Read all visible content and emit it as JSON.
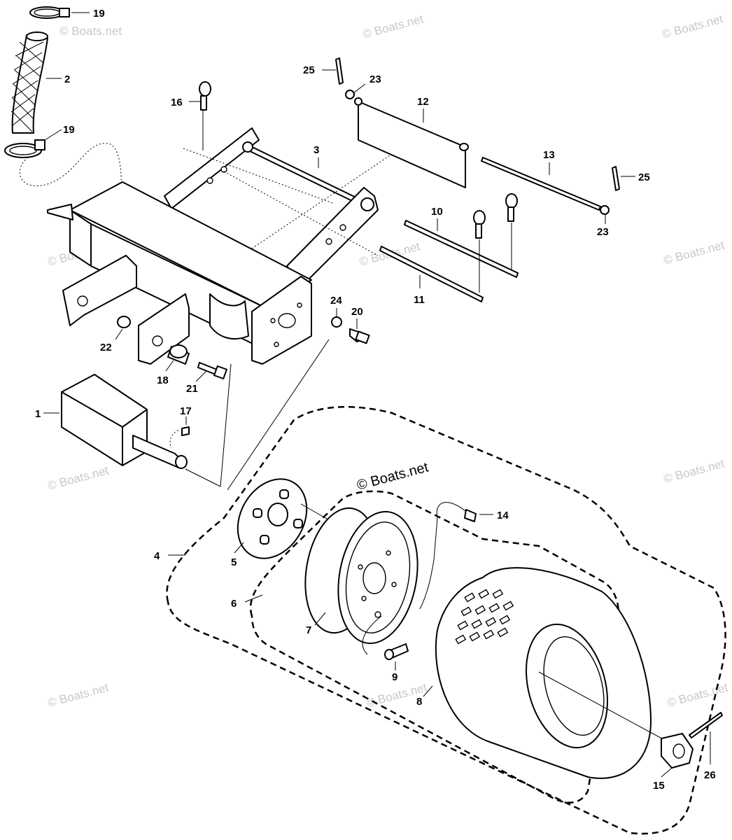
{
  "watermark": {
    "text": "© Boats.net",
    "main_text": "© Boats.net"
  },
  "callouts": [
    {
      "id": "c19a",
      "label": "19"
    },
    {
      "id": "c2",
      "label": "2"
    },
    {
      "id": "c19b",
      "label": "19"
    },
    {
      "id": "c16",
      "label": "16"
    },
    {
      "id": "c3",
      "label": "3"
    },
    {
      "id": "c25a",
      "label": "25"
    },
    {
      "id": "c23a",
      "label": "23"
    },
    {
      "id": "c12",
      "label": "12"
    },
    {
      "id": "c13",
      "label": "13"
    },
    {
      "id": "c25b",
      "label": "25"
    },
    {
      "id": "c23b",
      "label": "23"
    },
    {
      "id": "c10",
      "label": "10"
    },
    {
      "id": "c11",
      "label": "11"
    },
    {
      "id": "c24",
      "label": "24"
    },
    {
      "id": "c20",
      "label": "20"
    },
    {
      "id": "c22",
      "label": "22"
    },
    {
      "id": "c18",
      "label": "18"
    },
    {
      "id": "c21",
      "label": "21"
    },
    {
      "id": "c1",
      "label": "1"
    },
    {
      "id": "c17",
      "label": "17"
    },
    {
      "id": "c14",
      "label": "14"
    },
    {
      "id": "c4",
      "label": "4"
    },
    {
      "id": "c5",
      "label": "5"
    },
    {
      "id": "c6",
      "label": "6"
    },
    {
      "id": "c7",
      "label": "7"
    },
    {
      "id": "c9",
      "label": "9"
    },
    {
      "id": "c8",
      "label": "8"
    },
    {
      "id": "c15",
      "label": "15"
    },
    {
      "id": "c26",
      "label": "26"
    }
  ]
}
